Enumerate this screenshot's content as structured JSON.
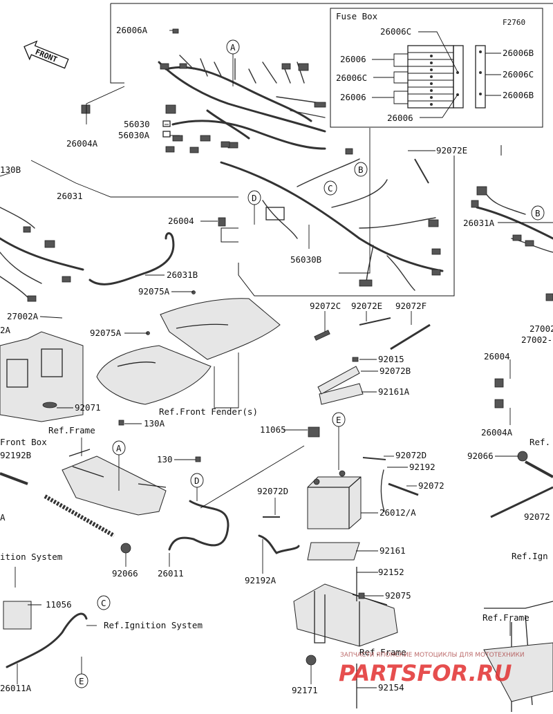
{
  "diagram": {
    "code": "F2760",
    "front_label": "FRONT",
    "fuse_box": {
      "title": "Fuse Box",
      "labels": [
        "26006C",
        "26006",
        "26006C",
        "26006",
        "26006",
        "26006B",
        "26006C",
        "26006B"
      ]
    },
    "callouts": {
      "A": "A",
      "B": "B",
      "C": "C",
      "D": "D",
      "E": "E"
    },
    "parts": {
      "p26006A": "26006A",
      "p26004A_top": "26004A",
      "p56030": "56030",
      "p56030A": "56030A",
      "p26031": "26031",
      "p130B": "130B",
      "p92072E_top": "92072E",
      "p26004": "26004",
      "p56030B": "56030B",
      "p26031A": "26031A",
      "p26031B": "26031B",
      "p92075A_1": "92075A",
      "p92075A_2": "92075A",
      "p27002A": "27002A",
      "p2A": "2A",
      "p27002_r": "27002",
      "p27002_r2": "27002-",
      "p92072C": "92072C",
      "p92072E": "92072E",
      "p92072F": "92072F",
      "p92015": "92015",
      "p92072B": "92072B",
      "p92161A": "92161A",
      "p26004_r": "26004",
      "p26004A_r": "26004A",
      "p92071": "92071",
      "ref_front_fender": "Ref.Front Fender(s)",
      "p130A": "130A",
      "ref_frame_1": "Ref.Frame",
      "front_box": "Front Box",
      "p92192B": "92192B",
      "pA_left": "A",
      "p11065": "11065",
      "p92072D_1": "92072D",
      "p92192": "92192",
      "p92072": "92072",
      "p92066_r": "92066",
      "ref_r": "Ref.",
      "p130": "130",
      "p92072D_2": "92072D",
      "p26012A": "26012/A",
      "p92072_r": "92072",
      "p92161": "92161",
      "p92152": "92152",
      "p92075": "92075",
      "ignition_left": "ition System",
      "p11056": "11056",
      "ref_ignition": "Ref.Ignition System",
      "p92066": "92066",
      "p26011": "26011",
      "p92192A": "92192A",
      "ref_ign_r": "Ref.Ign",
      "ref_frame_2": "Ref.Frame",
      "ref_frame_3": "Ref.Frame",
      "p26011A": "26011A",
      "p92171": "92171",
      "p92154": "92154"
    },
    "watermark": {
      "brand": "PARTSFOR.RU",
      "tagline": "ЗАПЧАСТИ ЯПОНСКИЕ МОТОЦИКЛЫ ДЛЯ МОТОТЕХНИКИ",
      "color": "#e23030"
    }
  }
}
